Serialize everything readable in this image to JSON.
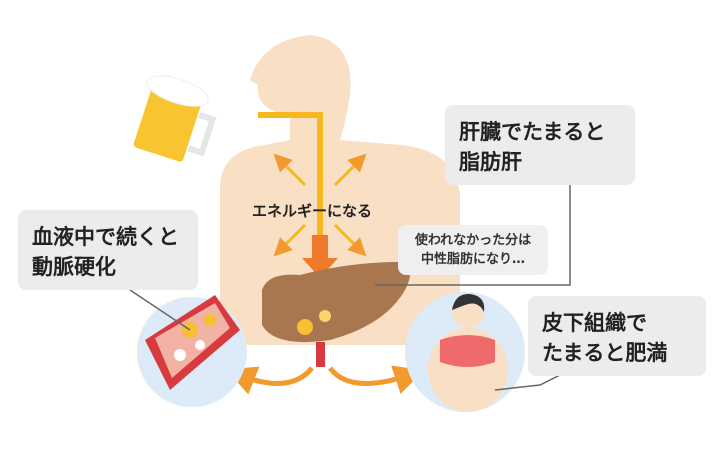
{
  "labels": {
    "energy": "エネルギーになる",
    "leftover": "使われなかった分は\n中性脂肪になり…",
    "liver_box": [
      "肝臓でたまると",
      "脂肪肝"
    ],
    "blood_box": [
      "血液中で続くと",
      "動脈硬化"
    ],
    "skin_box": [
      "皮下組織で",
      "たまると肥満"
    ]
  },
  "colors": {
    "skin": "#f9dfc4",
    "liver": "#a8764f",
    "arrow": "#f29a2e",
    "box": "#ececec",
    "circle": "#dcebf7",
    "vessel": "#d83a3f"
  }
}
